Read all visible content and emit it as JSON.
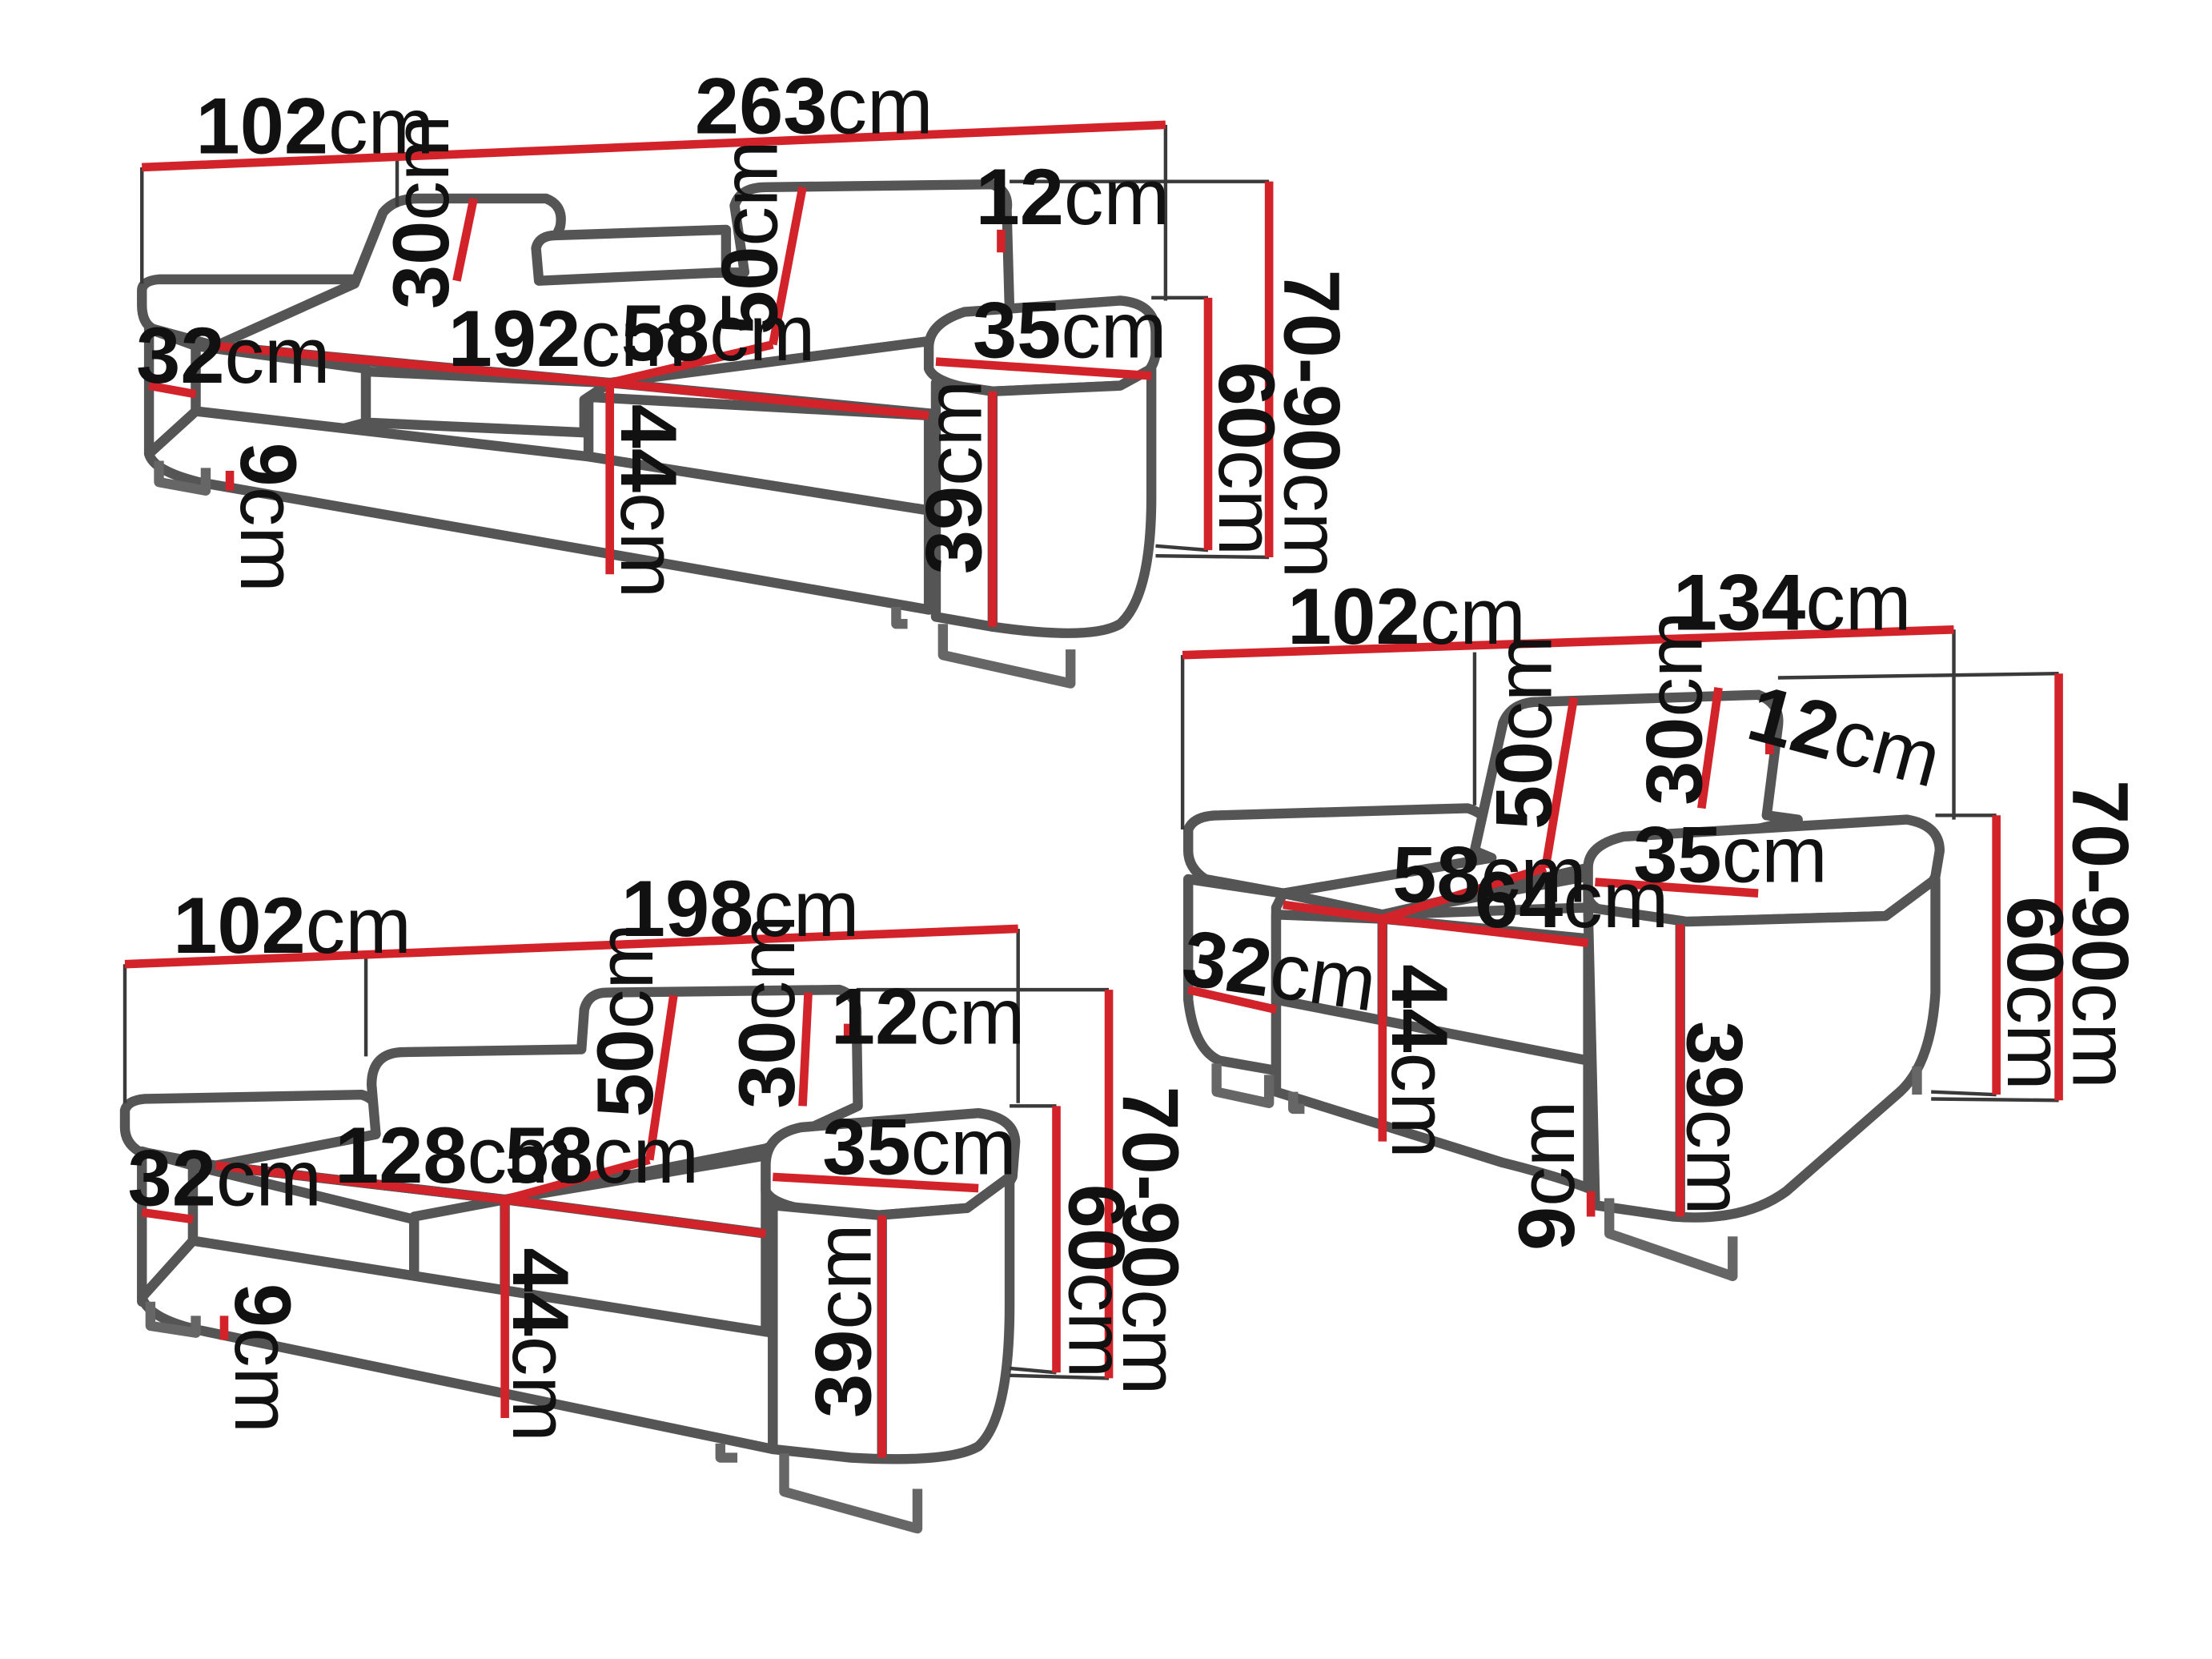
{
  "diagram": {
    "accent_color": "#d2232a",
    "outline_color": "#555555",
    "unit": "cm",
    "sofa3": {
      "width": "263",
      "depth": "102",
      "height_range": "70-90",
      "back_height": "60",
      "headrest_height": "30",
      "backrest_height": "50",
      "headrest_thickness": "12",
      "armrest_width": "35",
      "seat_width": "192",
      "seat_depth": "58",
      "arm_height": "32",
      "seat_height": "44",
      "front_height": "39",
      "leg_height": "9"
    },
    "sofa2": {
      "width": "198",
      "depth": "102",
      "height_range": "70-90",
      "back_height": "60",
      "headrest_height": "30",
      "backrest_height": "50",
      "headrest_thickness": "12",
      "armrest_width": "35",
      "seat_width": "128",
      "seat_depth": "58",
      "arm_height": "32",
      "seat_height": "44",
      "front_height": "39",
      "leg_height": "9"
    },
    "armchair": {
      "width": "134",
      "depth": "102",
      "height_range": "70-90",
      "back_height": "60",
      "headrest_height": "30",
      "backrest_height": "50",
      "headrest_thickness": "12",
      "armrest_width": "35",
      "seat_width": "64",
      "seat_depth": "58",
      "arm_height": "32",
      "seat_height": "44",
      "front_height": "39",
      "leg_height": "9"
    }
  }
}
